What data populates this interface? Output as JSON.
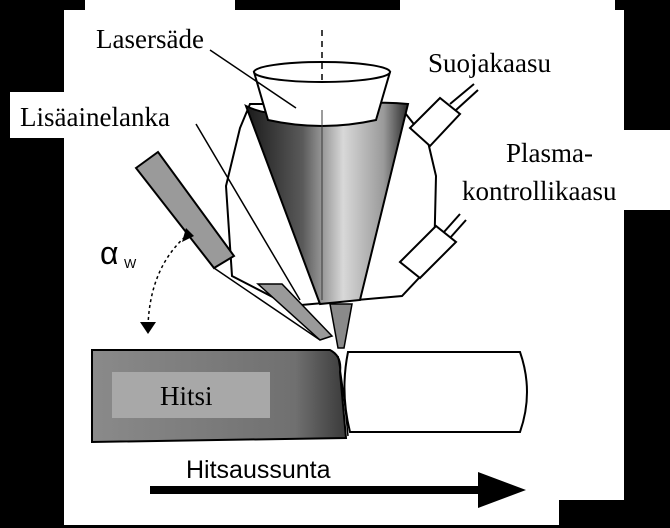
{
  "labels": {
    "laser_beam": "Lasersäde",
    "shielding_gas": "Suojakaasu",
    "filler_wire": "Lisäainelanka",
    "plasma_gas_line1": "Plasma-",
    "plasma_gas_line2": "kontrollikaasu",
    "weld": "Hitsi",
    "welding_direction": "Hitsaussunta",
    "angle_symbol": "α",
    "angle_subscript": "W"
  },
  "colors": {
    "background": "#000000",
    "canvas": "#ffffff",
    "outline": "#000000",
    "wire_fill": "#9a9a9a",
    "weld_plate": "#7c7c7c",
    "weld_label_box": "#a8a8a8"
  }
}
